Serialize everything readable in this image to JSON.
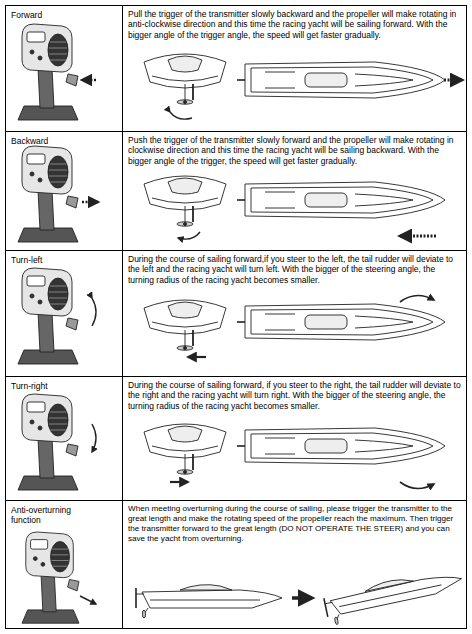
{
  "diagram": {
    "nodes": [
      {
        "text": [
          "Forward"
        ]
      },
      {
        "text": [
          "Pull the trigger of the transmitter slowly backward and the propeller will make rotating in anti-clockwise direction and this time the racing yacht will be sailing forward. With the bigger angle of the trigger angle, the speed will get faster gradually."
        ]
      },
      {
        "text": [
          "Backward"
        ]
      },
      {
        "text": [
          "Push the trigger of the transmitter slowly forward and the propeller will make rotating in clockwise direction and this time the racing yacht will be sailing backward. With the bigger angle of the trigger, the speed will get faster gradually."
        ]
      },
      {
        "text": [
          "Turn-left"
        ]
      },
      {
        "text": [
          "During the course of sailing forward,if you steer to the left, the tail rudder will deviate to the left and the racing yacht will turn left. With the bigger of the steering angle, the turning radius of the racing yacht becomes smaller."
        ]
      },
      {
        "text": [
          "Turn-right"
        ]
      },
      {
        "text": [
          "During the course of sailing forward, if you steer to the right, the tail rudder will deviate to the right and the racing yacht will turn right. With the bigger of the steering angle, the turning radius of the racing yacht becomes smaller."
        ]
      },
      {
        "text": [
          "Anti-overturning function"
        ]
      },
      {
        "text": [
          "When meeting overturning during the course of sailing, please trigger the transmitter to the great length and make the rotating speed of the propeller reach the maximum. Then trigger the transmitter forward to the great length (DO NOT OPERATE THE STEER) and you can save the yacht from overturning."
        ]
      }
    ]
  }
}
